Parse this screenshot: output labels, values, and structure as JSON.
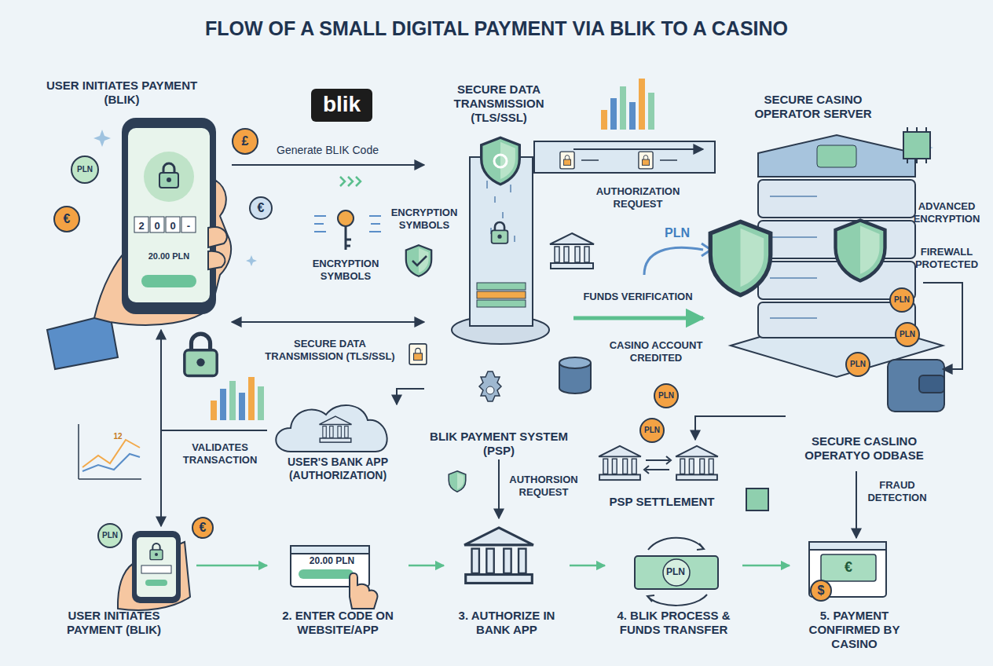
{
  "diagram": {
    "title": "FLOW OF A SMALL DIGITAL PAYMENT VIA BLIK TO A CASINO",
    "nodes": [
      {
        "text": [
          "USER INITIATES PAYMENT (BLIK)",
          "20.00 PLN"
        ]
      },
      {
        "text": [
          "SECURE DATA TRANSMISSION (TLS/SSL)",
          "BLIK PAYMENT SYSTEM (PSP)"
        ]
      },
      {
        "text": [
          "SECURE CASINO OPERATOR SERVER"
        ]
      },
      {
        "text": [
          "SECURE CASLINO OPERATYO ODBASE"
        ]
      },
      {
        "text": [
          "USER'S BANK APP (AUTHORIZATION)"
        ]
      },
      {
        "text": [
          "PSP SETTLEMENT"
        ]
      },
      {
        "text": [
          "USER INITIATES PAYMENT (BLIK)"
        ]
      },
      {
        "text": [
          "20.00 PLN",
          "2. ENTER CODE ON WEBSITE/APP"
        ]
      },
      {
        "text": [
          "3. AUTHORIZE IN BANK APP"
        ]
      },
      {
        "text": [
          "PLN",
          "4. BLIK PROCESS & FUNDS TRANSFER"
        ]
      },
      {
        "text": [
          "5. PAYMENT CONFIRMED BY CASINO"
        ]
      }
    ],
    "edges": [
      {
        "from": 0,
        "to": 1,
        "label": "Generate BLIK Code",
        "arrow": "to"
      },
      {
        "from": 1,
        "to": 2,
        "label": "AUTHORIZATION REQUEST",
        "arrow": "to"
      },
      {
        "from": 1,
        "to": 2,
        "label": "FUNDS VERIFICATION",
        "arrow": "to"
      },
      {
        "from": 0,
        "to": 1,
        "label": "SECURE DATA TRANSMISSION (TLS/SSL)",
        "arrow": "both"
      },
      {
        "from": 4,
        "to": 0,
        "label": "VALIDATES TRANSACTION",
        "arrow": "to"
      },
      {
        "from": 4,
        "to": 6,
        "arrow": "to"
      },
      {
        "from": 1,
        "to": 4,
        "arrow": "to"
      },
      {
        "from": 1,
        "to": 8,
        "label": "AUTHORSION REQUEST",
        "arrow": "to"
      },
      {
        "from": 2,
        "to": 3,
        "arrow": "to"
      },
      {
        "from": 3,
        "to": 5,
        "arrow": "to"
      },
      {
        "from": 3,
        "to": 10,
        "label": "FRAUD DETECTION",
        "arrow": "to"
      },
      {
        "from": 6,
        "to": 7,
        "arrow": "to"
      },
      {
        "from": 7,
        "to": 8,
        "arrow": "to"
      },
      {
        "from": 8,
        "to": 9,
        "arrow": "to"
      },
      {
        "from": 9,
        "to": 10,
        "arrow": "to"
      }
    ],
    "labels": [
      "blik",
      "ENCRYPTION SYMBOLS",
      "ENCRYPTION SYMBOLS",
      "ADVANCED ENCRYPTION",
      "FIREWALL PROTECTED",
      "CASINO ACCOUNT CREDITED",
      "PLN",
      "PLN",
      "£",
      "€",
      "€",
      "2",
      "0",
      "0",
      "-",
      "PLN",
      "PLN",
      "PLN",
      "PLN",
      "PLN",
      "PLN",
      "€",
      "12",
      "€",
      "$"
    ]
  }
}
